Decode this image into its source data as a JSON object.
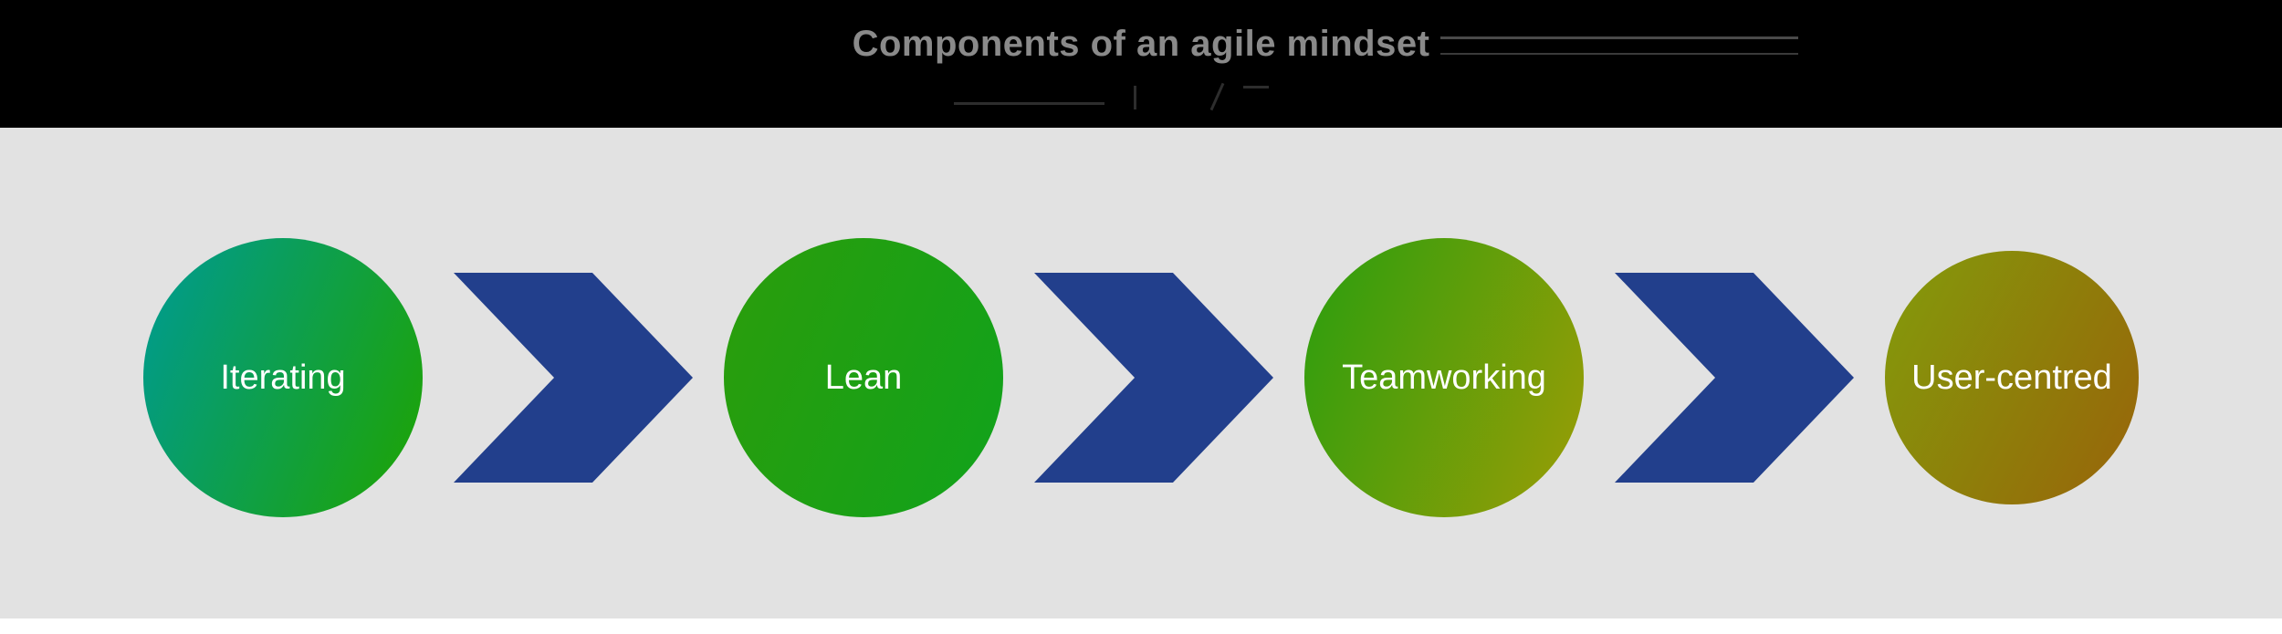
{
  "header": {
    "title": "Components of an agile mindset"
  },
  "diagram": {
    "steps": [
      {
        "label": "Iterating",
        "color_from": "#009b8d",
        "color_to": "#1ba30e",
        "bg": "background: linear-gradient(112deg, #009b8d 5%, #1ba30e 90%)"
      },
      {
        "label": "Lean",
        "color_from": "#2a9d0c",
        "color_to": "#13a21a",
        "bg": "background: linear-gradient(112deg, #2a9d0c 5%, #13a21a 90%)"
      },
      {
        "label": "Teamworking",
        "color_from": "#2f9e0e",
        "color_to": "#969d06",
        "bg": "background: linear-gradient(112deg, #2f9e0e 5%, #969d06 95%)"
      },
      {
        "label": "User-centred",
        "color_from": "#84990b",
        "color_to": "#97680a",
        "bg": "background: linear-gradient(118deg, #84990b 5%, #97680a 92%)"
      }
    ],
    "arrow_color": "#223f8c",
    "arrow_style": "background: #223f8c",
    "arrow_count": 3
  },
  "colors": {
    "header_bg": "#000000",
    "title_text": "#8a8a8a",
    "stage_bg": "#e2e2e2",
    "step_text": "#ffffff",
    "bottom_strip": "#ffffff"
  }
}
